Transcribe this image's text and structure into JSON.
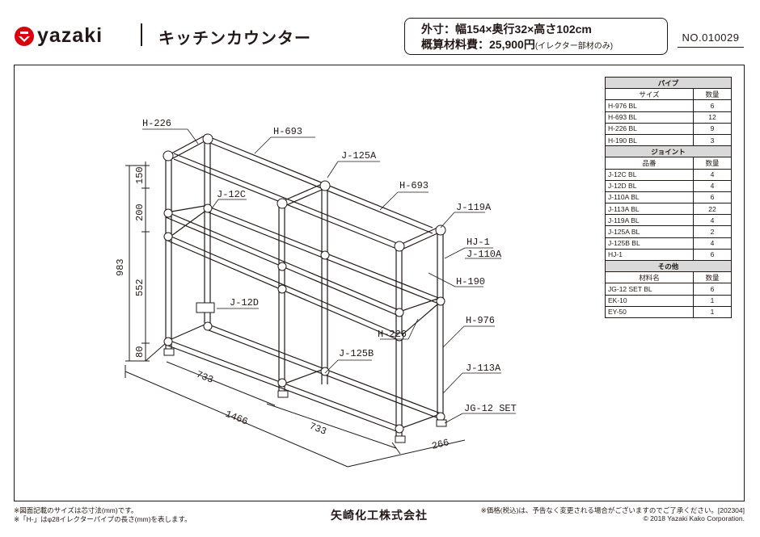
{
  "header": {
    "brand": "yazaki",
    "title": "キッチンカウンター",
    "spec_size": "外寸：幅154×奥行32×高さ102cm",
    "spec_cost": "概算材料費：25,900円",
    "spec_cost_note": "(イレクター部材のみ)",
    "doc_no": "NO.010029"
  },
  "labels": {
    "h226_top": "H-226",
    "h693_a": "H-693",
    "j125a": "J-125A",
    "h693_b": "H-693",
    "j119a": "J-119A",
    "j12c": "J-12C",
    "hj1": "HJ-1",
    "j110a": "J-110A",
    "h190": "H-190",
    "j12d": "J-12D",
    "h226_mid": "H-226",
    "h976": "H-976",
    "j125b": "J-125B",
    "j113a": "J-113A",
    "jg12set": "JG-12 SET"
  },
  "dims": {
    "d150": "150",
    "d200": "200",
    "d983": "983",
    "d552": "552",
    "d80": "80",
    "d733a": "733",
    "d1466": "1466",
    "d733b": "733",
    "d266": "266"
  },
  "parts_table": {
    "pipe_title": "パイプ",
    "pipe_cols": [
      "サイズ",
      "数量"
    ],
    "pipes": [
      {
        "name": "H-976 BL",
        "qty": "6"
      },
      {
        "name": "H-693 BL",
        "qty": "12"
      },
      {
        "name": "H-226 BL",
        "qty": "9"
      },
      {
        "name": "H-190 BL",
        "qty": "3"
      }
    ],
    "joint_title": "ジョイント",
    "joint_cols": [
      "品番",
      "数量"
    ],
    "joints": [
      {
        "name": "J-12C BL",
        "qty": "4"
      },
      {
        "name": "J-12D BL",
        "qty": "4"
      },
      {
        "name": "J-110A BL",
        "qty": "6"
      },
      {
        "name": "J-113A BL",
        "qty": "22"
      },
      {
        "name": "J-119A BL",
        "qty": "4"
      },
      {
        "name": "J-125A BL",
        "qty": "2"
      },
      {
        "name": "J-125B BL",
        "qty": "4"
      },
      {
        "name": "HJ-1",
        "qty": "6"
      }
    ],
    "other_title": "その他",
    "other_cols": [
      "材料名",
      "数量"
    ],
    "others": [
      {
        "name": "JG-12 SET BL",
        "qty": "6"
      },
      {
        "name": "EK-10",
        "qty": "1"
      },
      {
        "name": "EY-50",
        "qty": "1"
      }
    ]
  },
  "footer": {
    "note1": "※図面記載のサイズは芯寸法(mm)です。",
    "note2": "※「H-」はφ28イレクターパイプの長さ(mm)を表します。",
    "company": "矢崎化工株式会社",
    "note3": "※価格(税込)は、予告なく変更される場合がございますのでご了承ください。[202304]",
    "copyright": "© 2018 Yazaki Kako  Corporation."
  }
}
